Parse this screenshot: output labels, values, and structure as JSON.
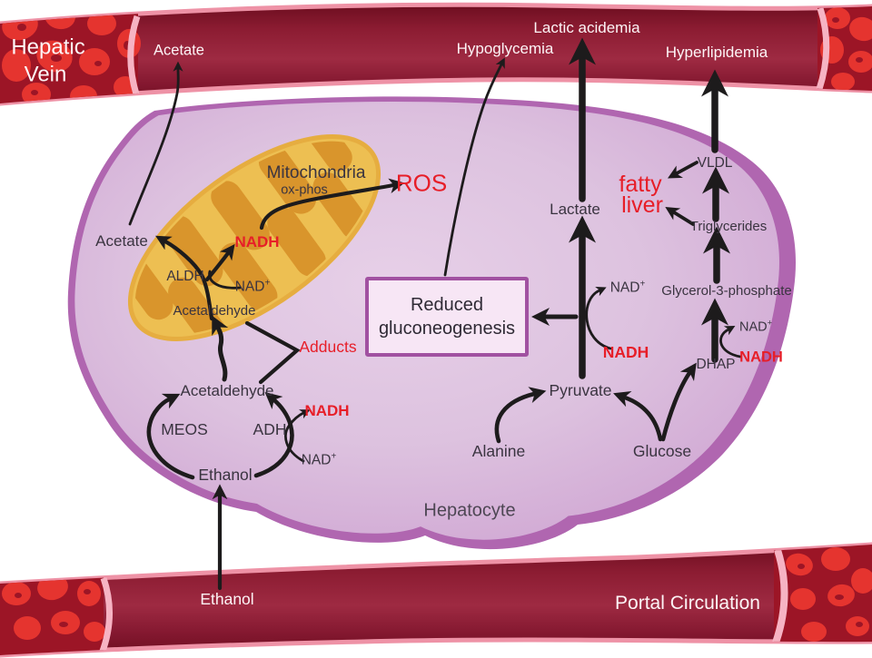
{
  "diagram": {
    "hepatic_vein": {
      "label_line1": "Hepatic",
      "label_line2": "Vein",
      "acetate": "Acetate",
      "hypoglycemia": "Hypoglycemia",
      "lactic_acidemia": "Lactic acidemia",
      "hyperlipidemia": "Hyperlipidemia"
    },
    "portal_circulation": {
      "label": "Portal Circulation",
      "ethanol": "Ethanol"
    },
    "hepatocyte": {
      "label": "Hepatocyte",
      "mitochondria": {
        "title": "Mitochondria",
        "subtitle": "ox-phos"
      },
      "metabolites": {
        "acetate": "Acetate",
        "acetaldehyde_mito": "Acetaldehyde",
        "acetaldehyde": "Acetaldehyde",
        "ethanol": "Ethanol",
        "lactate": "Lactate",
        "pyruvate": "Pyruvate",
        "alanine": "Alanine",
        "glucose": "Glucose",
        "dhap": "DHAP",
        "glycerol_3_phosphate": "Glycerol-3-phosphate",
        "triglycerides": "Triglycerides",
        "vldl": "VLDL"
      },
      "enzymes": {
        "aldh": "ALDH",
        "adh": "ADH",
        "meos": "MEOS"
      },
      "cofactors": {
        "nad": "NAD",
        "plus": "+",
        "nadh": "NADH"
      },
      "highlights": {
        "ros": "ROS",
        "adducts": "Adducts",
        "fatty_liver_line1": "fatty",
        "fatty_liver_line2": "liver"
      },
      "gluconeogenesis_box": {
        "line1": "Reduced",
        "line2": "gluconeogenesis"
      }
    },
    "colors": {
      "vessel_fill": "#8f1e34",
      "vessel_rim_pink": "#ee92a6",
      "blood_cell_red": "#e5342f",
      "blood_bg_maroon": "#9c1526",
      "cell_fill": "#dcc2de",
      "cell_membrane": "#b066b0",
      "mitochondria_fill": "#edbf52",
      "mitochondria_cristae": "#d9952c",
      "highlight_red": "#e71e28",
      "box_fill": "#f7e6f5",
      "box_border": "#a151a1",
      "arrow_black": "#1d1b1c",
      "text_dark": "#3a3440",
      "text_white": "#ffffff"
    }
  }
}
